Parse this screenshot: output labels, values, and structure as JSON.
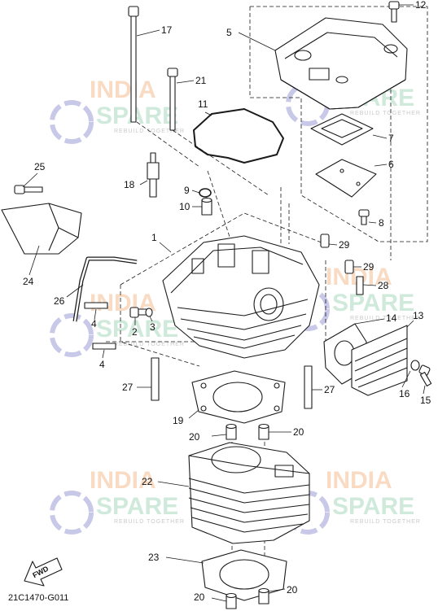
{
  "diagram": {
    "part_code": "21C1470-G011",
    "fwd_label": "FWD",
    "watermark": {
      "line1": "INDIA",
      "line2": "SPARE",
      "tagline": "REBUILD TOGETHER"
    },
    "callouts": [
      "1",
      "2",
      "3",
      "4",
      "4",
      "5",
      "6",
      "7",
      "8",
      "9",
      "10",
      "11",
      "12",
      "13",
      "14",
      "15",
      "16",
      "17",
      "18",
      "19",
      "20",
      "20",
      "20",
      "20",
      "21",
      "22",
      "23",
      "24",
      "25",
      "26",
      "27",
      "27",
      "28",
      "29",
      "29"
    ]
  },
  "colors": {
    "line": "#1a1a1a",
    "watermark_orange": "#f8cfb0",
    "watermark_green": "#bfe3cf",
    "watermark_icon": "#c8c8e8"
  }
}
